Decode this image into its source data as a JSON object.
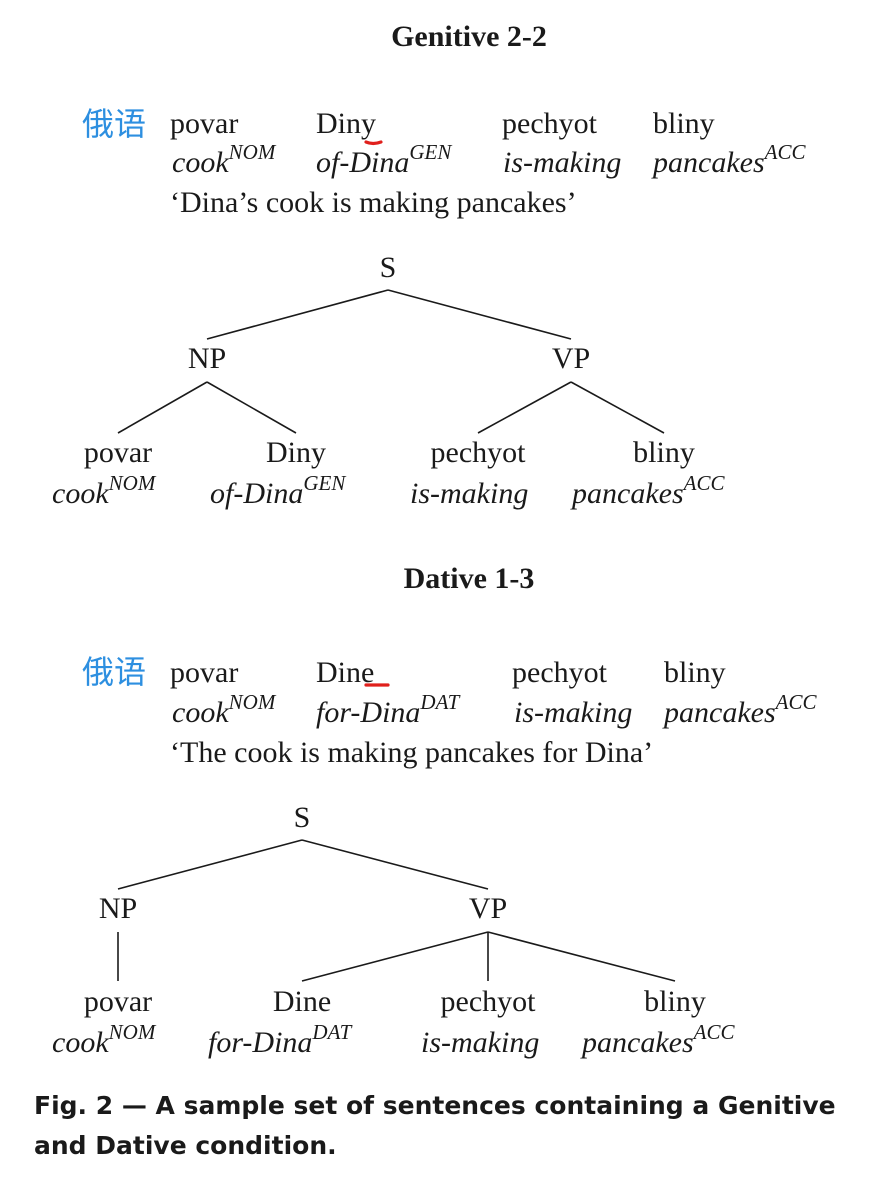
{
  "panels": [
    {
      "heading": "Genitive 2-2",
      "lang_tag": "俄语",
      "words": [
        {
          "text": "povar",
          "gloss": "cook",
          "tag": "NOM"
        },
        {
          "text": "Diny",
          "gloss": "of-Dina",
          "tag": "GEN"
        },
        {
          "text": "pechyot",
          "gloss": "is-making",
          "tag": ""
        },
        {
          "text": "bliny",
          "gloss": "pancakes",
          "tag": "ACC"
        }
      ],
      "translation": "‘Dina’s cook is making pancakes’",
      "tree": {
        "root": "S",
        "np": "NP",
        "vp": "VP",
        "leaves": [
          {
            "text": "povar",
            "gloss": "cook",
            "tag": "NOM"
          },
          {
            "text": "Diny",
            "gloss": "of-Dina",
            "tag": "GEN"
          },
          {
            "text": "pechyot",
            "gloss": "is-making",
            "tag": ""
          },
          {
            "text": "bliny",
            "gloss": "pancakes",
            "tag": "ACC"
          }
        ]
      }
    },
    {
      "heading": "Dative 1-3",
      "lang_tag": "俄语",
      "words": [
        {
          "text": "povar",
          "gloss": "cook",
          "tag": "NOM"
        },
        {
          "text": "Dine",
          "gloss": "for-Dina",
          "tag": "DAT"
        },
        {
          "text": "pechyot",
          "gloss": "is-making",
          "tag": ""
        },
        {
          "text": "bliny",
          "gloss": "pancakes",
          "tag": "ACC"
        }
      ],
      "translation": "‘The cook is making pancakes for Dina’",
      "tree": {
        "root": "S",
        "np": "NP",
        "vp": "VP",
        "leaves": [
          {
            "text": "povar",
            "gloss": "cook",
            "tag": "NOM"
          },
          {
            "text": "Dine",
            "gloss": "for-Dina",
            "tag": "DAT"
          },
          {
            "text": "pechyot",
            "gloss": "is-making",
            "tag": ""
          },
          {
            "text": "bliny",
            "gloss": "pancakes",
            "tag": "ACC"
          }
        ]
      }
    }
  ],
  "caption": "Fig. 2 — A sample set of sentences containing a Genitive and Dative condition.",
  "colors": {
    "ink": "#1a1a1a",
    "tag_blue": "#2d8fe0",
    "mark_red": "#e0201c"
  }
}
